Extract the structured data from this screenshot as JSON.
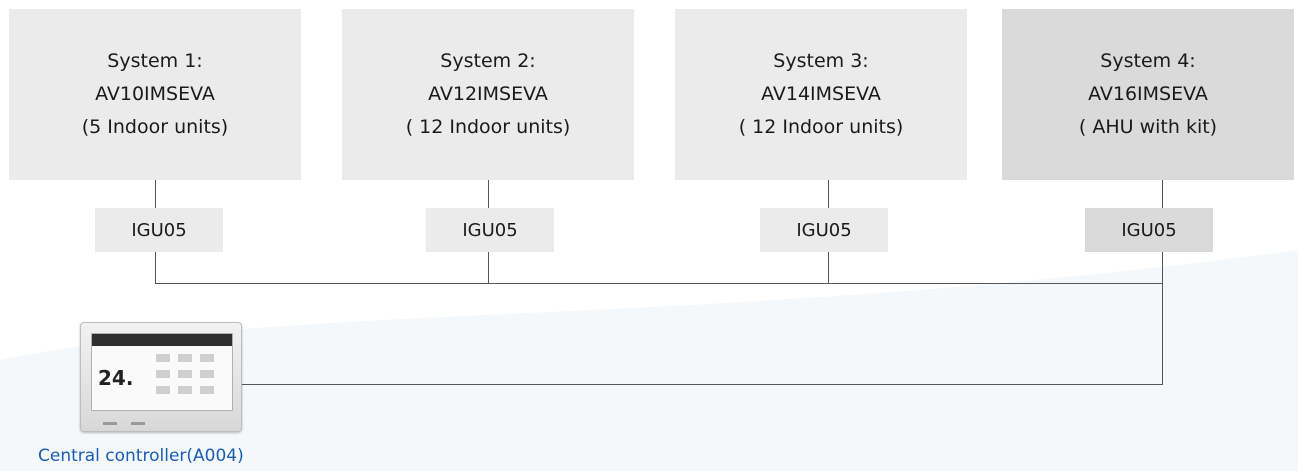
{
  "systems": [
    {
      "title": "System 1:",
      "model": "AV10IMSEVA",
      "units": "(5 Indoor units)"
    },
    {
      "title": "System 2:",
      "model": "AV12IMSEVA",
      "units": "( 12 Indoor units)"
    },
    {
      "title": "System 3:",
      "model": "AV14IMSEVA",
      "units": "( 12 Indoor units)"
    },
    {
      "title": "System 4:",
      "model": "AV16IMSEVA",
      "units": "( AHU with kit)"
    }
  ],
  "gateways": [
    {
      "label": "IGU05"
    },
    {
      "label": "IGU05"
    },
    {
      "label": "IGU05"
    },
    {
      "label": "IGU05"
    }
  ],
  "controller": {
    "label": "Central controller(A004)",
    "display_temp": "24."
  },
  "colors": {
    "box": "#ebebeb",
    "box_highlight": "#dadada",
    "wire": "#555555",
    "label_accent": "#1a5cb0"
  }
}
